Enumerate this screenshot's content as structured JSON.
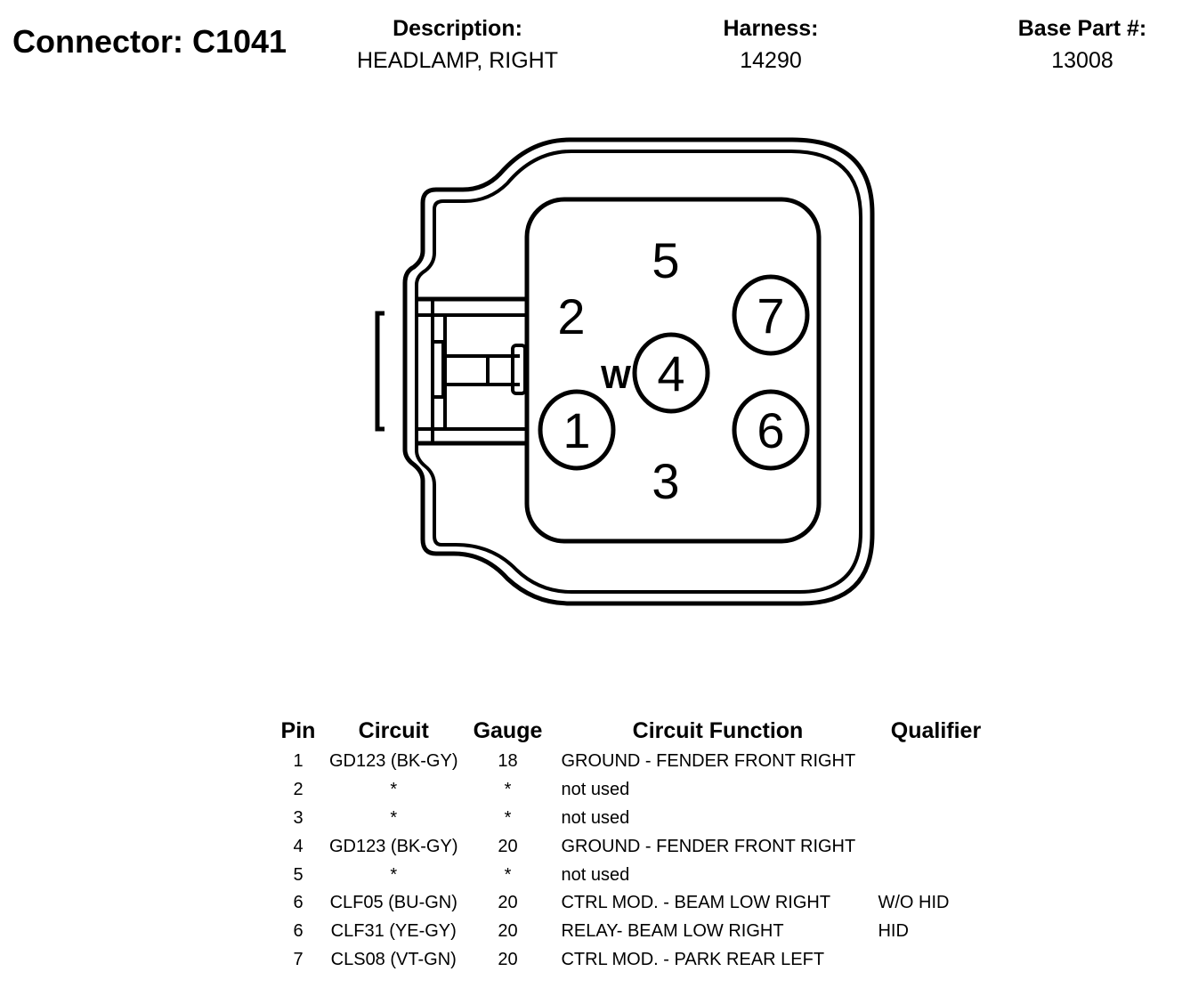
{
  "header": {
    "connector_label": "Connector: C1041",
    "description_label": "Description:",
    "description_value": "HEADLAMP, RIGHT",
    "harness_label": "Harness:",
    "harness_value": "14290",
    "base_part_label": "Base Part #:",
    "base_part_value": "13008"
  },
  "diagram": {
    "pins": [
      {
        "label": "1",
        "circled": true
      },
      {
        "label": "2",
        "circled": false
      },
      {
        "label": "3",
        "circled": false
      },
      {
        "label": "4",
        "circled": true
      },
      {
        "label": "5",
        "circled": false
      },
      {
        "label": "6",
        "circled": true
      },
      {
        "label": "7",
        "circled": true
      }
    ],
    "key_mark": "W"
  },
  "table": {
    "headers": [
      "Pin",
      "Circuit",
      "Gauge",
      "Circuit Function",
      "Qualifier"
    ],
    "rows": [
      {
        "pin": "1",
        "circuit": "GD123 (BK-GY)",
        "gauge": "18",
        "function": "GROUND - FENDER FRONT RIGHT",
        "qualifier": ""
      },
      {
        "pin": "2",
        "circuit": "*",
        "gauge": "*",
        "function": "not used",
        "qualifier": ""
      },
      {
        "pin": "3",
        "circuit": "*",
        "gauge": "*",
        "function": "not used",
        "qualifier": ""
      },
      {
        "pin": "4",
        "circuit": "GD123 (BK-GY)",
        "gauge": "20",
        "function": "GROUND - FENDER FRONT RIGHT",
        "qualifier": ""
      },
      {
        "pin": "5",
        "circuit": "*",
        "gauge": "*",
        "function": "not used",
        "qualifier": ""
      },
      {
        "pin": "6",
        "circuit": "CLF05 (BU-GN)",
        "gauge": "20",
        "function": "CTRL MOD. - BEAM LOW RIGHT",
        "qualifier": "W/O HID"
      },
      {
        "pin": "6",
        "circuit": "CLF31 (YE-GY)",
        "gauge": "20",
        "function": "RELAY- BEAM LOW RIGHT",
        "qualifier": "HID"
      },
      {
        "pin": "7",
        "circuit": "CLS08 (VT-GN)",
        "gauge": "20",
        "function": "CTRL MOD. - PARK REAR LEFT",
        "qualifier": ""
      }
    ]
  }
}
